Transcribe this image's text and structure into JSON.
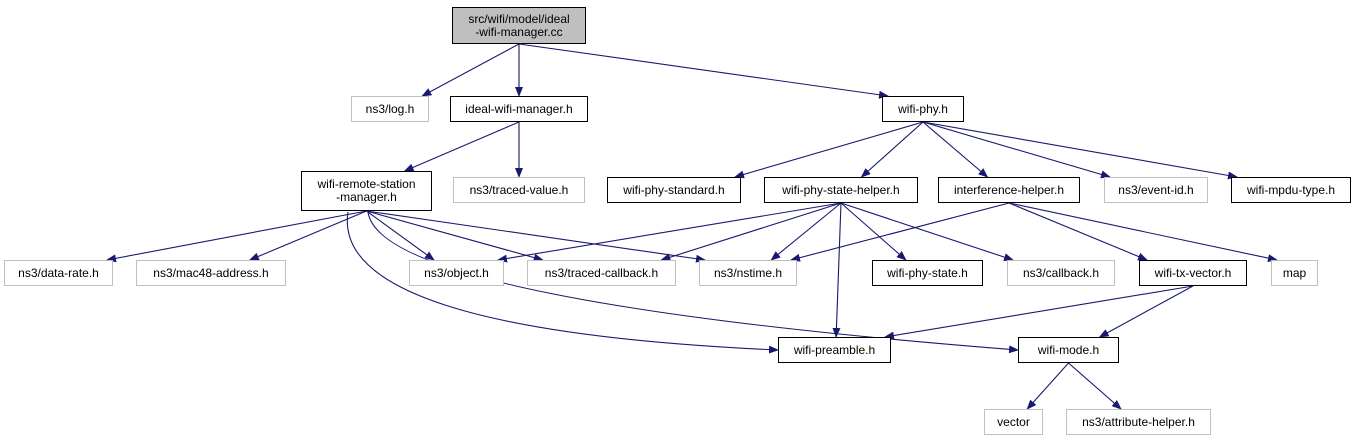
{
  "diagram": {
    "type": "include-dependency-graph",
    "colors": {
      "edge": "#191970",
      "root_fill": "#bfbfbf",
      "local_border": "#000000",
      "external_border": "#bfbfbf"
    },
    "nodes": {
      "root": {
        "line1": "src/wifi/model/ideal",
        "line2": "-wifi-manager.cc",
        "kind": "root"
      },
      "log": {
        "label": "ns3/log.h",
        "kind": "external"
      },
      "iwm": {
        "label": "ideal-wifi-manager.h",
        "kind": "local"
      },
      "phy": {
        "label": "wifi-phy.h",
        "kind": "local"
      },
      "wrsm": {
        "line1": "wifi-remote-station",
        "line2": "-manager.h",
        "kind": "local"
      },
      "tv": {
        "label": "ns3/traced-value.h",
        "kind": "external"
      },
      "std": {
        "label": "wifi-phy-standard.h",
        "kind": "local"
      },
      "psh": {
        "label": "wifi-phy-state-helper.h",
        "kind": "local"
      },
      "ih": {
        "label": "interference-helper.h",
        "kind": "local"
      },
      "ev": {
        "label": "ns3/event-id.h",
        "kind": "external"
      },
      "mpdu": {
        "label": "wifi-mpdu-type.h",
        "kind": "local"
      },
      "dr": {
        "label": "ns3/data-rate.h",
        "kind": "external"
      },
      "mac": {
        "label": "ns3/mac48-address.h",
        "kind": "external"
      },
      "obj": {
        "label": "ns3/object.h",
        "kind": "external"
      },
      "tc": {
        "label": "ns3/traced-callback.h",
        "kind": "external"
      },
      "ns": {
        "label": "ns3/nstime.h",
        "kind": "external"
      },
      "ps": {
        "label": "wifi-phy-state.h",
        "kind": "local"
      },
      "cb": {
        "label": "ns3/callback.h",
        "kind": "external"
      },
      "txv": {
        "label": "wifi-tx-vector.h",
        "kind": "local"
      },
      "map": {
        "label": "map",
        "kind": "external"
      },
      "pre": {
        "label": "wifi-preamble.h",
        "kind": "local"
      },
      "mode": {
        "label": "wifi-mode.h",
        "kind": "local"
      },
      "vec": {
        "label": "vector",
        "kind": "external"
      },
      "ah": {
        "label": "ns3/attribute-helper.h",
        "kind": "external"
      }
    },
    "edges": [
      [
        "root",
        "log"
      ],
      [
        "root",
        "iwm"
      ],
      [
        "root",
        "phy"
      ],
      [
        "iwm",
        "wrsm"
      ],
      [
        "iwm",
        "tv"
      ],
      [
        "phy",
        "std"
      ],
      [
        "phy",
        "psh"
      ],
      [
        "phy",
        "ih"
      ],
      [
        "phy",
        "ev"
      ],
      [
        "phy",
        "mpdu"
      ],
      [
        "wrsm",
        "dr"
      ],
      [
        "wrsm",
        "mac"
      ],
      [
        "wrsm",
        "obj"
      ],
      [
        "wrsm",
        "tc"
      ],
      [
        "wrsm",
        "ns"
      ],
      [
        "wrsm",
        "pre"
      ],
      [
        "wrsm",
        "mode"
      ],
      [
        "psh",
        "obj"
      ],
      [
        "psh",
        "tc"
      ],
      [
        "psh",
        "ns"
      ],
      [
        "psh",
        "ps"
      ],
      [
        "psh",
        "cb"
      ],
      [
        "psh",
        "pre"
      ],
      [
        "ih",
        "ns"
      ],
      [
        "ih",
        "txv"
      ],
      [
        "ih",
        "map"
      ],
      [
        "txv",
        "pre"
      ],
      [
        "txv",
        "mode"
      ],
      [
        "mode",
        "vec"
      ],
      [
        "mode",
        "ah"
      ]
    ]
  }
}
